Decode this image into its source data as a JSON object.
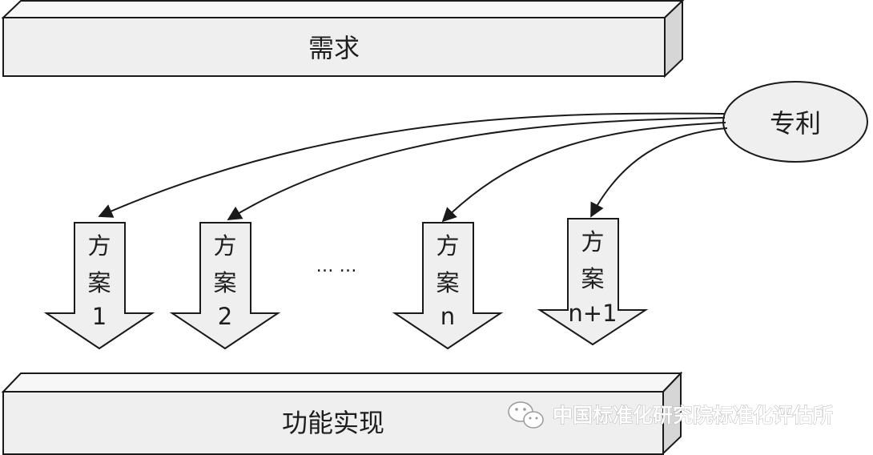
{
  "top_bar": {
    "label": "需求"
  },
  "bottom_bar": {
    "label": "功能实现"
  },
  "patent": {
    "label": "专利"
  },
  "schemes": [
    {
      "line1": "方",
      "line2": "案",
      "line3": "1"
    },
    {
      "line1": "方",
      "line2": "案",
      "line3": "2"
    },
    {
      "line1": "方",
      "line2": "案",
      "line3": "n"
    },
    {
      "line1": "方",
      "line2": "案",
      "line3": "n+1"
    }
  ],
  "ellipsis": "… …",
  "watermark": {
    "text": "中国标准化研究院标准化评估所",
    "icon": "wechat-icon"
  },
  "colors": {
    "box_fill": "#efefef",
    "box_side": "#d6d6d6",
    "stroke": "#1a1a1a",
    "text": "#1e1e1e"
  }
}
